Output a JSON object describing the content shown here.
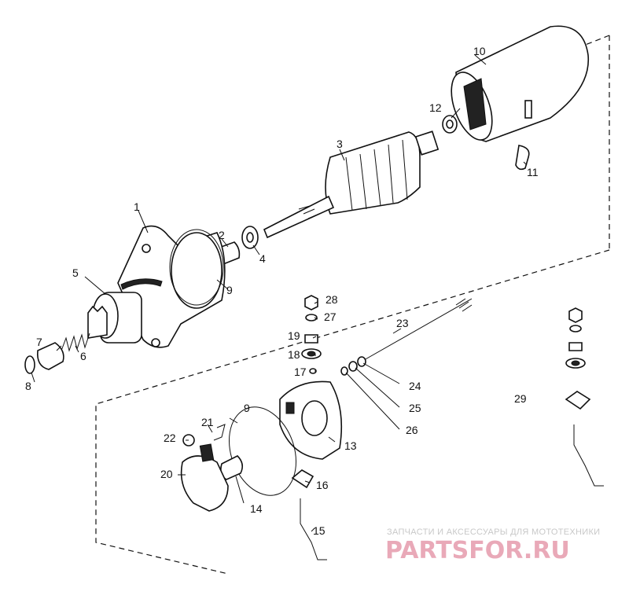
{
  "diagram": {
    "part_numbers": [
      "1",
      "2",
      "3",
      "4",
      "5",
      "6",
      "7",
      "8",
      "9",
      "10",
      "11",
      "12",
      "13",
      "14",
      "15",
      "16",
      "17",
      "18",
      "19",
      "20",
      "21",
      "22",
      "23",
      "24",
      "25",
      "26",
      "27",
      "28",
      "9",
      "29"
    ]
  },
  "watermark": {
    "tagline": "ЗАПЧАСТИ И АКСЕССУАРЫ ДЛЯ МОТОТЕХНИКИ",
    "brand": "PARTSFOR.RU"
  }
}
